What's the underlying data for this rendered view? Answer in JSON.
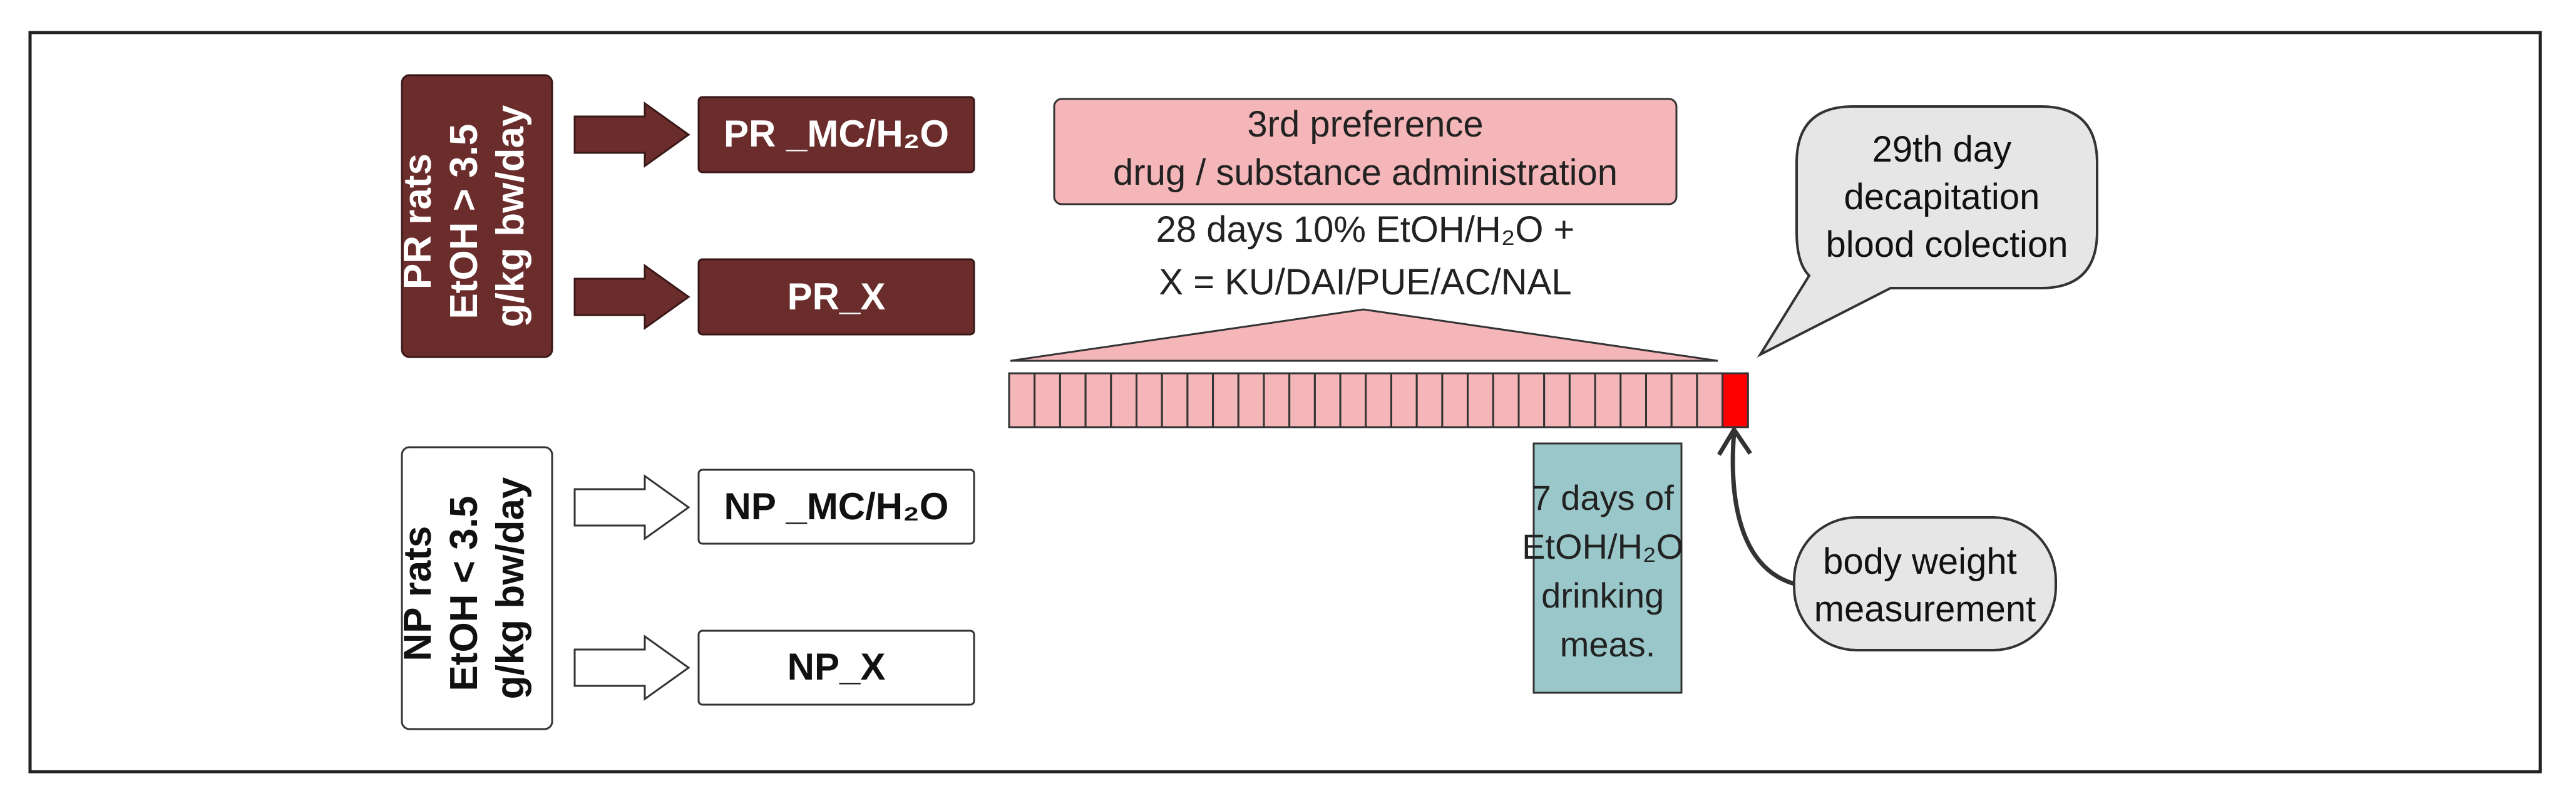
{
  "colors": {
    "pr_fill": "#6b2c2c",
    "np_fill": "#ffffff",
    "pink_fill": "#f4b6b8",
    "day_cell": "#f4b6b8",
    "final_day": "#ff0000",
    "teal_fill": "#9ac8ca",
    "bubble_fill": "#e6e6e6",
    "stroke": "#333333"
  },
  "groups": {
    "pr": {
      "label_lines": [
        "PR rats",
        "EtOH > 3.5",
        "g/kg bw/day"
      ],
      "box1": "PR _MC/H₂O",
      "box2": "PR_X"
    },
    "np": {
      "label_lines": [
        "NP rats",
        "EtOH < 3.5",
        "g/kg bw/day"
      ],
      "box1": "NP _MC/H₂O",
      "box2": "NP_X"
    }
  },
  "phase_box": {
    "line1": "3rd preference",
    "line2": "drug / substance administration"
  },
  "treatment": {
    "line1": "28 days 10% EtOH/H₂O +",
    "line2": "X = KU/DAI/PUE/AC/NAL"
  },
  "timeline": {
    "treatment_days": 28,
    "final_day_highlighted": true
  },
  "measurement_box": {
    "lines": [
      "7 days of",
      "EtOH/H₂O",
      "drinking",
      "meas."
    ]
  },
  "bubble_decapitation": {
    "lines": [
      "29th day",
      "decapitation",
      "blood colection"
    ]
  },
  "bubble_weight": {
    "lines": [
      "body weight",
      "measurement"
    ]
  }
}
